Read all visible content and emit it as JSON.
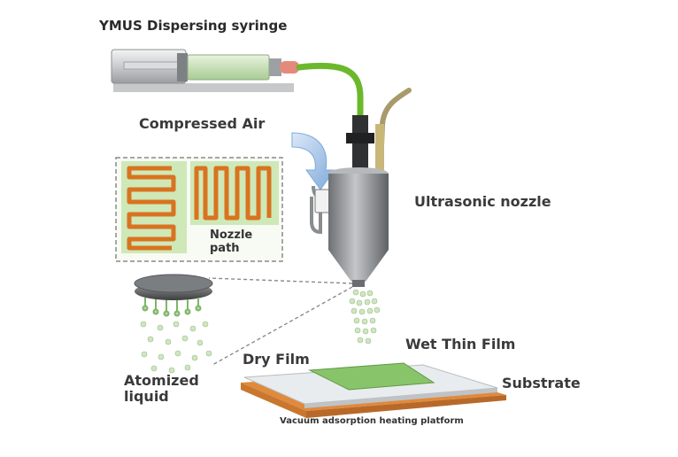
{
  "labels": {
    "syringe": "YMUS Dispersing syringe",
    "compressed_air": "Compressed Air",
    "ultrasonic_nozzle": "Ultrasonic nozzle",
    "nozzle_path": "Nozzle path",
    "wet_thin_film": "Wet Thin Film",
    "dry_film": "Dry Film",
    "substrate": "Substrate",
    "atomized_liquid": "Atomized liquid",
    "vacuum_platform": "Vacuum adsorption heating platform"
  },
  "colors": {
    "tube_green": "#6cb82c",
    "path_orange": "#d9731f",
    "path_panel": "#cfe8b8",
    "film_green": "#88c46a",
    "platform_orange": "#e08a3c",
    "nozzle_gray": "#8a8d90",
    "arrow_blue": "#a9c8ea"
  }
}
